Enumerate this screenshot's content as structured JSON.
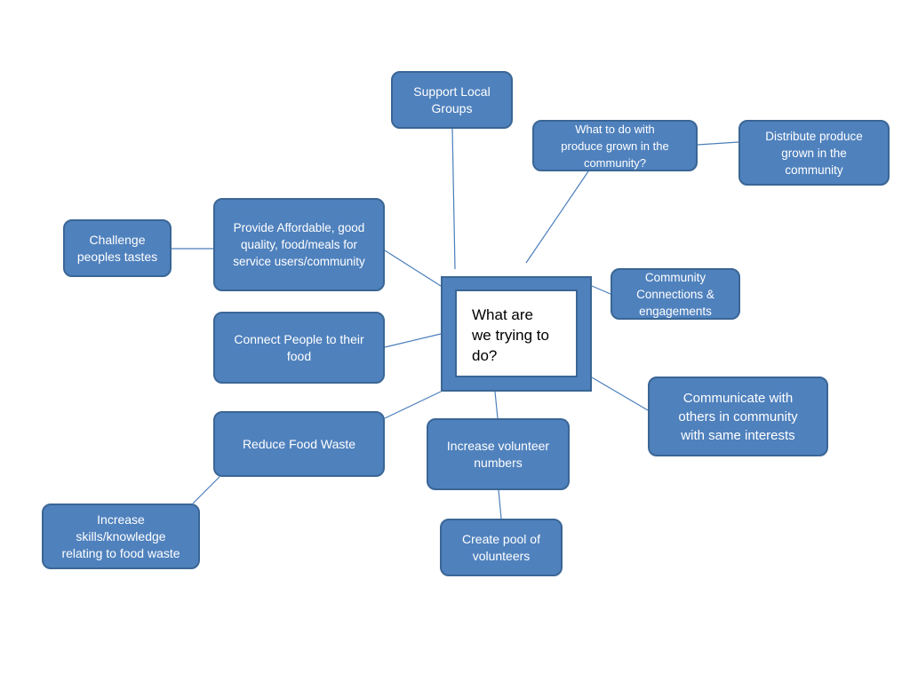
{
  "center": {
    "label": "What are\nwe trying to\ndo?"
  },
  "nodes": {
    "support_local_groups": "Support Local\nGroups",
    "what_to_do_with_produce": "What to do with\nproduce grown in the\ncommunity?",
    "distribute_produce": "Distribute produce\ngrown in the\ncommunity",
    "provide_affordable": "Provide Affordable, good\nquality, food/meals for\nservice users/community",
    "challenge_tastes": "Challenge\npeoples tastes",
    "community_connections": "Community\nConnections &\nengagements",
    "connect_people": "Connect People to their\nfood",
    "communicate_with_others": "Communicate with\nothers in community\nwith same interests",
    "reduce_food_waste": "Reduce Food Waste",
    "increase_volunteers": "Increase volunteer\nnumbers",
    "increase_skills": "Increase\nskills/knowledge\nrelating to food waste",
    "create_pool": "Create pool of\nvolunteers"
  },
  "colors": {
    "node_fill": "#4f81bd",
    "node_border": "#3a6695",
    "connector": "#4a7ebb",
    "text_on_node": "#ffffff"
  }
}
